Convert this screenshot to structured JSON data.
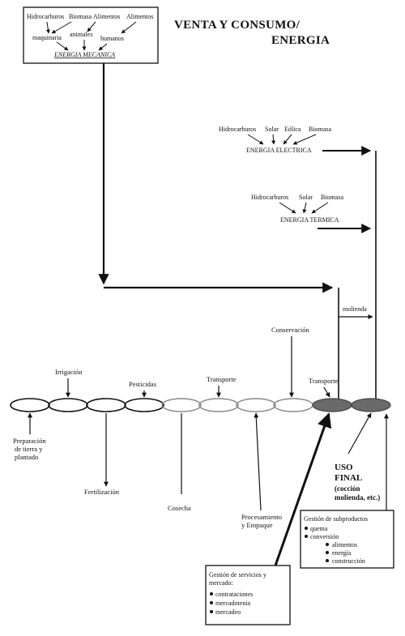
{
  "title": {
    "line1": "VENTA Y CONSUMO/",
    "line2": "ENERGIA"
  },
  "mech_box": {
    "sources": [
      "Hidrocarburos",
      "Biomasa",
      "Alimentos",
      "Alimentos"
    ],
    "intermediates": [
      "maquinaria",
      "animales",
      "humanos"
    ],
    "label": "ENERGIA MECANICA"
  },
  "electric": {
    "sources": [
      "Hidrocarburos",
      "Solar",
      "Eólica",
      "Biomasa"
    ],
    "label": "ENERGIA ELECTRICA"
  },
  "thermal": {
    "sources": [
      "Hidrocarburos",
      "Solar",
      "Biomasa"
    ],
    "label": "ENERGIA TERMICA"
  },
  "molienda": "molienda",
  "stages_above": {
    "irrigacion": "Irrigación",
    "pesticidas": "Pesticidas",
    "transporte1": "Transporte",
    "conservacion": "Conservación",
    "transporte2": "Transporte"
  },
  "stages_below": {
    "preparacion": [
      "Preparación",
      "de tierra y",
      "plantado"
    ],
    "fertilizacion": "Fertilización",
    "cosecha": "Cosecha",
    "procesamiento": [
      "Procesamiento",
      "y Empaque"
    ]
  },
  "uso_final": {
    "line1": "USO",
    "line2": "FINAL",
    "line3": "(cocción",
    "line4": "molienda, etc.)"
  },
  "servicios_box": {
    "title1": "Gestión de servicios y",
    "title2": "mercado:",
    "items": [
      "contrataciones",
      "mercadotenia",
      "mercadeo"
    ]
  },
  "subproductos_box": {
    "title": "Gestión de subproductos",
    "items": [
      "quema",
      "conversión"
    ],
    "subitems": [
      "alimentos",
      "energía",
      "construcción"
    ]
  }
}
